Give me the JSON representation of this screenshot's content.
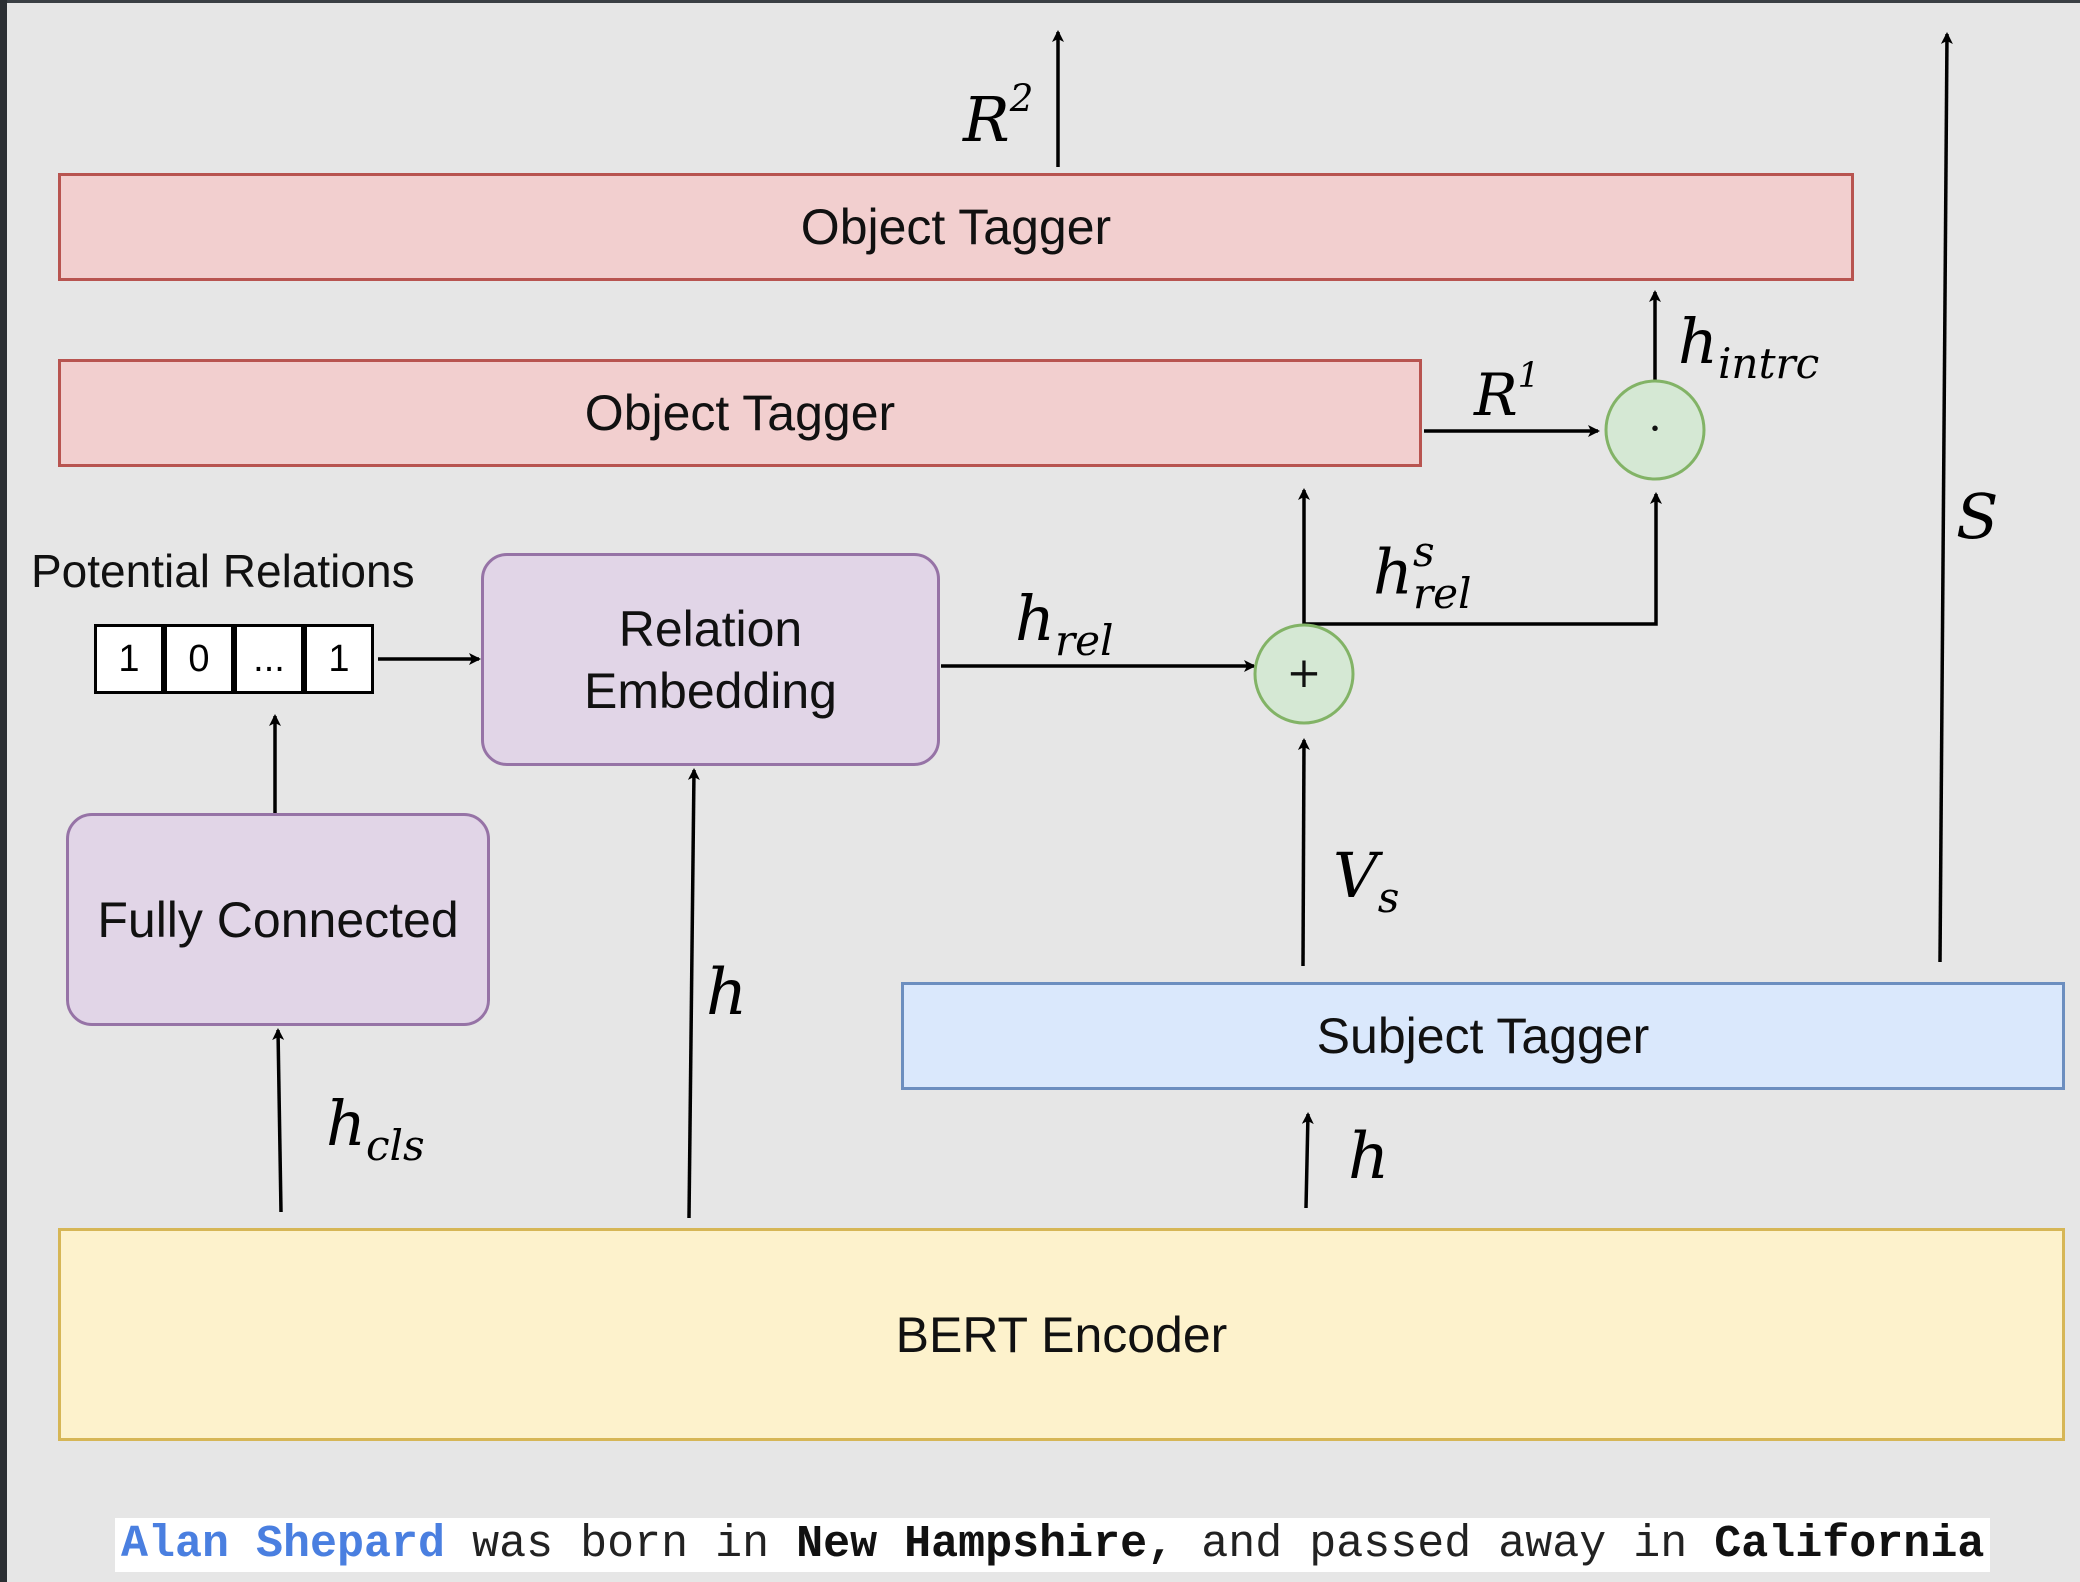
{
  "boxes": {
    "object_tagger_top": "Object Tagger",
    "object_tagger_bottom": "Object Tagger",
    "relation_embedding_line1": "Relation",
    "relation_embedding_line2": "Embedding",
    "fully_connected": "Fully Connected",
    "subject_tagger": "Subject Tagger",
    "bert_encoder": "BERT Encoder"
  },
  "potential_relations": {
    "title": "Potential Relations",
    "cells": [
      "1",
      "0",
      "...",
      "1"
    ]
  },
  "operators": {
    "add": "+",
    "dot": "·"
  },
  "math_labels": {
    "r2_base": "R",
    "r2_sup": "2",
    "r1_base": "R",
    "r1_sup": "1",
    "h_intrc_base": "h",
    "h_intrc_sub": "intrc",
    "s": "S",
    "h_rel_s_base": "h",
    "h_rel_s_sup": "s",
    "h_rel_s_sub": "rel",
    "h_rel_base": "h",
    "h_rel_sub": "rel",
    "vs_base": "V",
    "vs_sub": "s",
    "h_mid": "h",
    "h_right": "h",
    "h_cls_base": "h",
    "h_cls_sub": "cls"
  },
  "sentence": {
    "subject": "Alan Shepard",
    "part1": " was born in ",
    "object1": "New Hampshire,",
    "part2": " and passed away in ",
    "object2": "California"
  },
  "colors": {
    "tagger_fill": "#f2cfcf",
    "tagger_stroke": "#b85450",
    "module_fill": "#e1d5e7",
    "module_stroke": "#9673a6",
    "subject_fill": "#dae8fc",
    "subject_stroke": "#6c8ebf",
    "encoder_fill": "#fdf2cc",
    "encoder_stroke": "#d6b656",
    "op_fill": "#d5e8d4",
    "op_stroke": "#82b366",
    "subject_text": "#4a7fe0"
  }
}
